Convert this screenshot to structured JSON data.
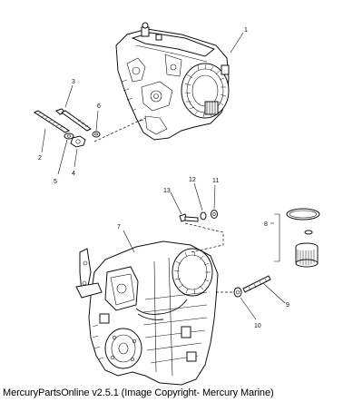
{
  "callouts": {
    "c1": "1",
    "c2": "2",
    "c3": "3",
    "c4": "4",
    "c5": "5",
    "c6": "6",
    "c7": "7",
    "c8": "8",
    "c9": "9",
    "c10": "10",
    "c11": "11",
    "c12": "12",
    "c13": "13"
  },
  "caption": "MercuryPartsOnline v2.5.1 (Image Copyright- Mercury Marine)"
}
